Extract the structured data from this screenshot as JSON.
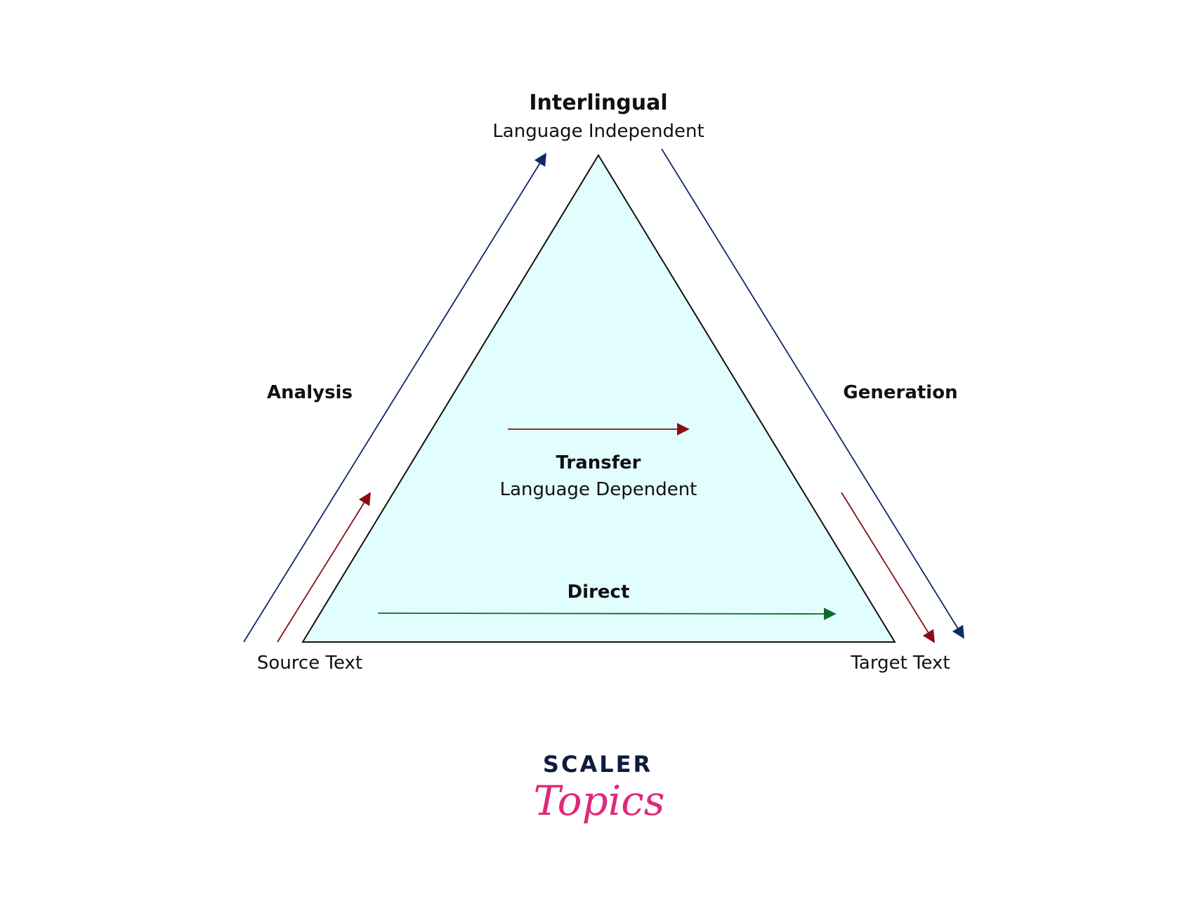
{
  "diagram": {
    "nodes": {
      "top_title": "Interlingual",
      "top_subtitle": "Language Independent",
      "transfer_title": "Transfer",
      "transfer_subtitle": "Language Dependent",
      "direct": "Direct",
      "analysis": "Analysis",
      "generation": "Generation",
      "source": "Source Text",
      "target": "Target Text"
    },
    "colors": {
      "triangle_fill": "#e2fdfd",
      "triangle_stroke": "#111111",
      "interlingual_arrow": "#0d2a66",
      "transfer_arrow": "#8b0e14",
      "direct_arrow": "#0f6b2a"
    }
  },
  "logo": {
    "line1": "SCALER",
    "line2": "Topics"
  }
}
